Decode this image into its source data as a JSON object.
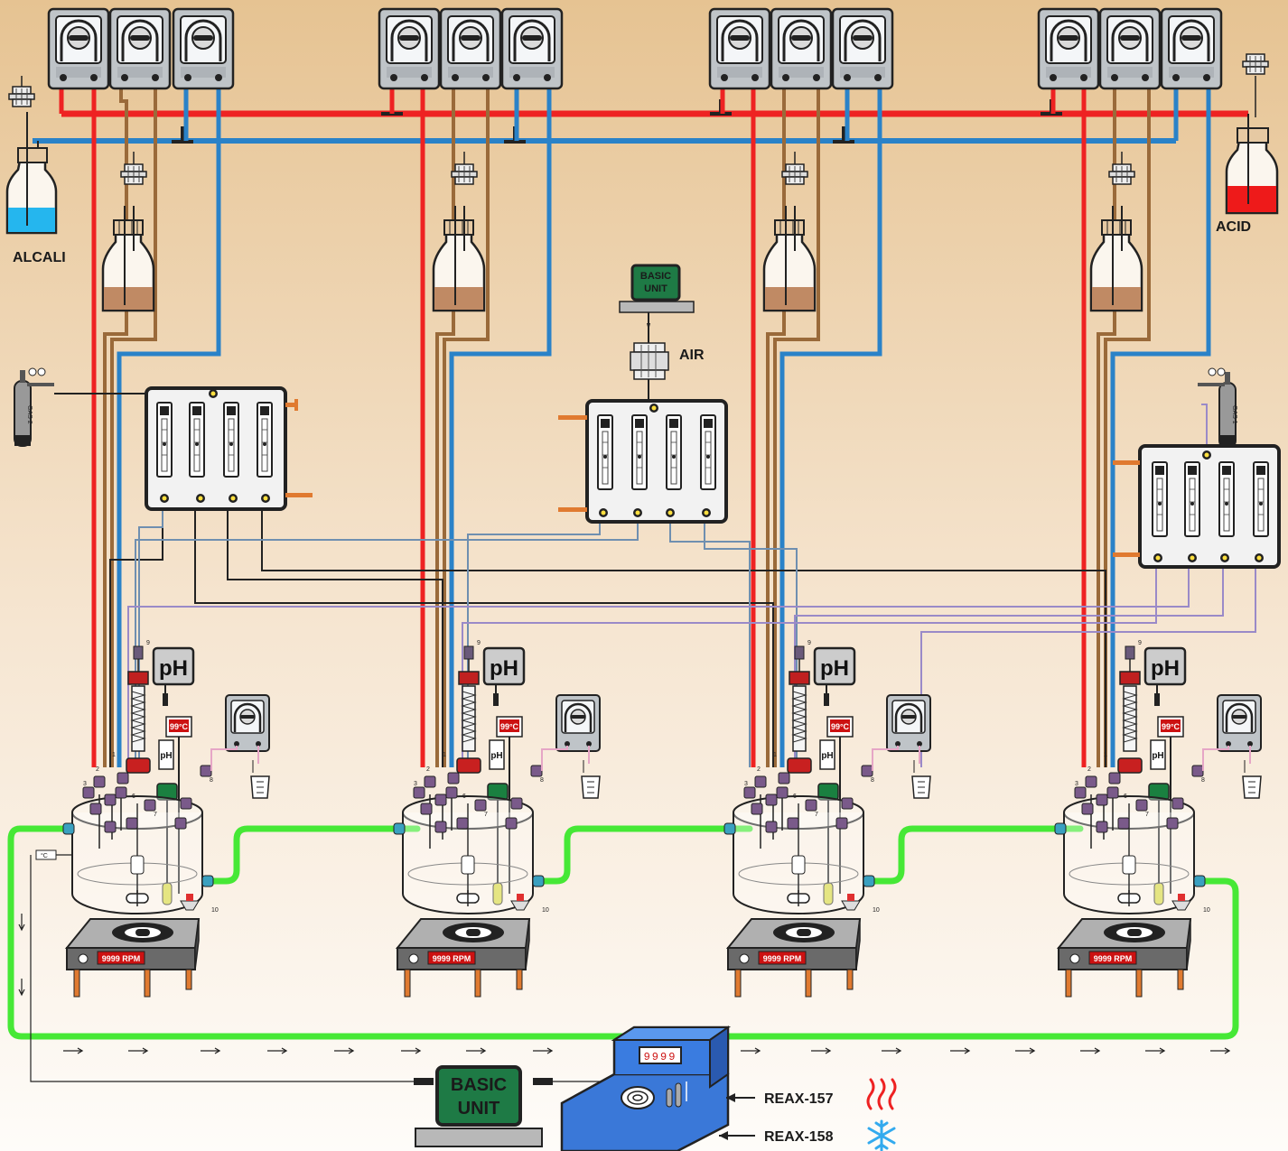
{
  "labels": {
    "alcali": "ALCALI",
    "acid": "ACID",
    "air": "AIR",
    "basic_unit_small_line1": "BASIC",
    "basic_unit_small_line2": "UNIT",
    "basic_unit_large_line1": "BASIC",
    "basic_unit_large_line2": "UNIT",
    "reax157": "REAX-157",
    "reax158": "REAX-158",
    "chiller_display": "9999",
    "gas2": "GAS 2",
    "gas1": "GAS 1"
  },
  "reactor": {
    "ph_label": "pH",
    "temp_label": "99°C",
    "probe_label": "pH",
    "rpm_label": "9999 RPM",
    "port_numbers": [
      "9",
      "1",
      "2",
      "3",
      "6",
      "7",
      "8",
      "10"
    ],
    "thermo_label": "°C"
  },
  "reactors": [
    {
      "id": "reactor-1"
    },
    {
      "id": "reactor-2"
    },
    {
      "id": "reactor-3"
    },
    {
      "id": "reactor-4"
    }
  ],
  "colors": {
    "background_top": "#e7c596",
    "background_bottom": "#fdfaf6",
    "acid_line": "#ee2222",
    "alcali_line": "#2a82c8",
    "feed_line": "#9a6a3a",
    "gas_line": "#6f8fb0",
    "purple_line": "#9a8ac8",
    "coolant_loop": "#44ee33",
    "chiller": "#3a78d8",
    "basic_unit": "#1e7a45",
    "heat_icon": "#ee2222",
    "cold_icon": "#33aaee"
  },
  "icons": {
    "heat": "heat-waves-icon",
    "cold": "snowflake-icon",
    "pump": "peristaltic-pump-icon"
  }
}
